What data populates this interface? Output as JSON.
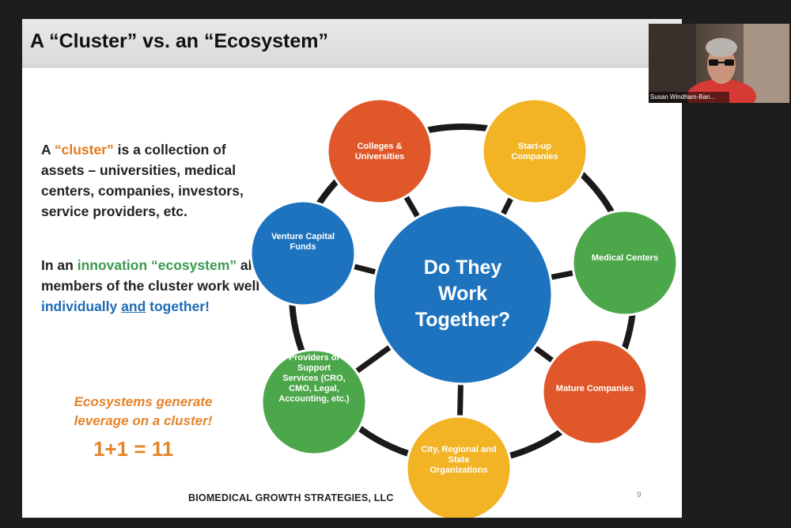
{
  "slide": {
    "title": "A “Cluster” vs. an “Ecosystem”",
    "para1": {
      "a": "A ",
      "cluster_word": "“cluster”",
      "rest": " is a collection of assets – universities, medical centers, companies, investors, service providers, etc."
    },
    "para2": {
      "intro": "In an ",
      "innovation_word": "innovation “ecosystem”",
      "middle": " all members of the cluster work well ",
      "individually": "individually ",
      "and_word": "and",
      "together": " together!"
    },
    "tagline": "Ecosystems generate leverage on a cluster!",
    "equation": "1+1 = 11",
    "footer": "BIOMEDICAL GROWTH STRATEGIES, LLC",
    "page_number": "9"
  },
  "diagram": {
    "center": "Do They Work Together?",
    "nodes": [
      {
        "label": "Colleges & Universities",
        "color": "#e0582a"
      },
      {
        "label": "Start-up Companies",
        "color": "#f2b324"
      },
      {
        "label": "Medical Centers",
        "color": "#4ca74a"
      },
      {
        "label": "Mature Companies",
        "color": "#e0582a"
      },
      {
        "label": "City, Regional and State Organizations",
        "color": "#f2b324"
      },
      {
        "label": "Providers of Support Services (CRO, CMO, Legal, Accounting, etc.)",
        "color": "#4ca74a"
      },
      {
        "label": "Venture Capital Funds",
        "color": "#1e73be"
      }
    ],
    "center_color": "#1e73be",
    "ring_color": "#1a1a1a"
  },
  "webcam": {
    "name": "Susan Windham-Ban..."
  }
}
